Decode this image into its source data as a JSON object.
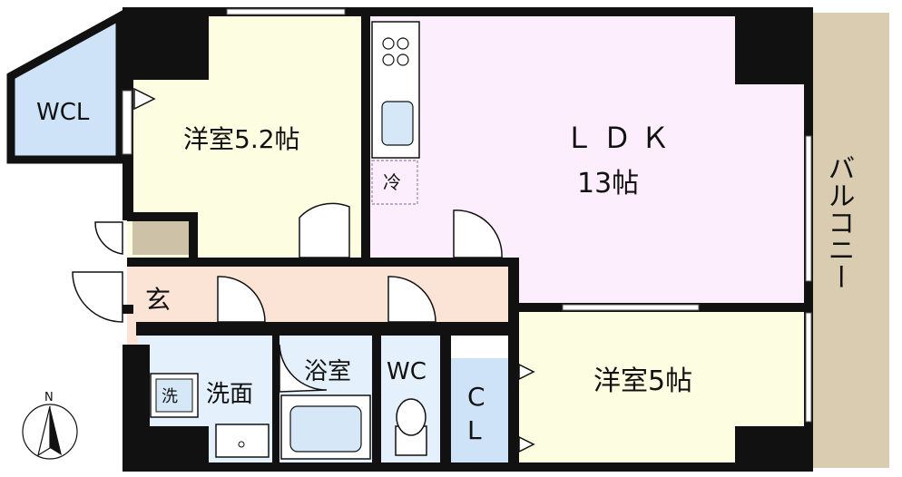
{
  "rooms": {
    "wcl": "WCL",
    "bedroom1": "洋室5.2帖",
    "ldk_name": "ＬＤＫ",
    "ldk_size": "13帖",
    "refrigerator": "冷",
    "entrance": "玄",
    "washroom": "洗面",
    "washer": "洗",
    "bathroom": "浴室",
    "toilet": "WC",
    "closet_top": "C",
    "closet_bottom": "L",
    "bedroom2": "洋室5帖",
    "balcony": "バルコニー"
  },
  "compass": {
    "north": "N"
  },
  "colors": {
    "wall": "#111111",
    "bedroom": "#fdfde2",
    "ldk": "#fdeefd",
    "entrance": "#fbe4d6",
    "wet_area": "#e4f1fc",
    "closet": "#cfe3f8",
    "balcony": "#d9ccb0",
    "storage": "#cdc1a8"
  }
}
